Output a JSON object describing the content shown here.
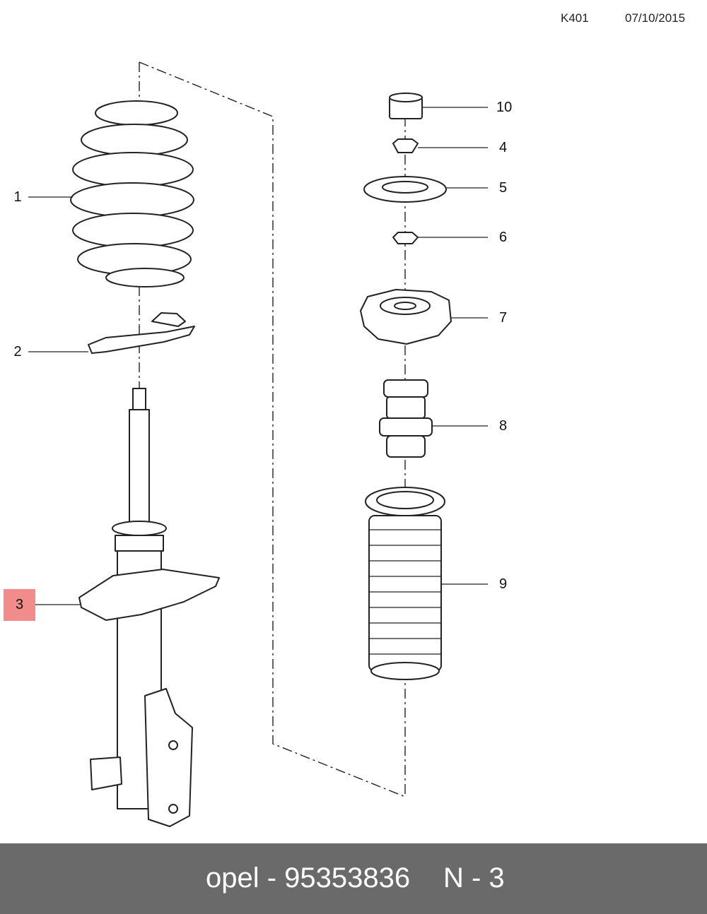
{
  "header": {
    "code": "K401",
    "date": "07/10/2015"
  },
  "callouts": [
    {
      "id": "1",
      "part": "coil-spring"
    },
    {
      "id": "2",
      "part": "spring-seat-lower"
    },
    {
      "id": "3",
      "part": "shock-absorber",
      "highlighted": true
    },
    {
      "id": "4",
      "part": "nut-upper"
    },
    {
      "id": "5",
      "part": "bearing-washer"
    },
    {
      "id": "6",
      "part": "nut-lower"
    },
    {
      "id": "7",
      "part": "strut-mount"
    },
    {
      "id": "8",
      "part": "bump-stop"
    },
    {
      "id": "9",
      "part": "dust-boot"
    },
    {
      "id": "10",
      "part": "cap"
    }
  ],
  "footer": {
    "part_text": "opel - 95353836",
    "position_text": "N - 3"
  },
  "colors": {
    "highlight": "#f28b8b",
    "footer_bg": "#6a6a6a",
    "footer_text": "#ffffff"
  }
}
